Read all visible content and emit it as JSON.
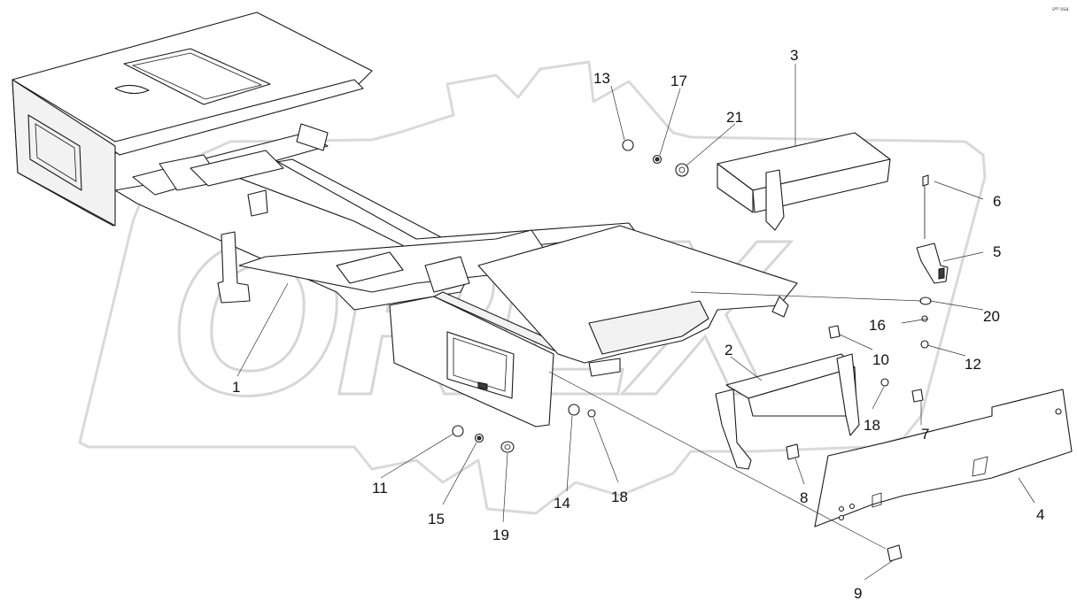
{
  "drawing": {
    "watermark_text": "OREX",
    "corner_mark": "sᵉᵖ ssa"
  },
  "callouts": [
    {
      "id": "1",
      "label": "1"
    },
    {
      "id": "2",
      "label": "2"
    },
    {
      "id": "3",
      "label": "3"
    },
    {
      "id": "4",
      "label": "4"
    },
    {
      "id": "5",
      "label": "5"
    },
    {
      "id": "6",
      "label": "6"
    },
    {
      "id": "7",
      "label": "7"
    },
    {
      "id": "8",
      "label": "8"
    },
    {
      "id": "9",
      "label": "9"
    },
    {
      "id": "10",
      "label": "10"
    },
    {
      "id": "11",
      "label": "11"
    },
    {
      "id": "12",
      "label": "12"
    },
    {
      "id": "13",
      "label": "13"
    },
    {
      "id": "14",
      "label": "14"
    },
    {
      "id": "15",
      "label": "15"
    },
    {
      "id": "16",
      "label": "16"
    },
    {
      "id": "17",
      "label": "17"
    },
    {
      "id": "18a",
      "label": "18"
    },
    {
      "id": "18b",
      "label": "18"
    },
    {
      "id": "19",
      "label": "19"
    },
    {
      "id": "20",
      "label": "20"
    },
    {
      "id": "21",
      "label": "21"
    }
  ]
}
